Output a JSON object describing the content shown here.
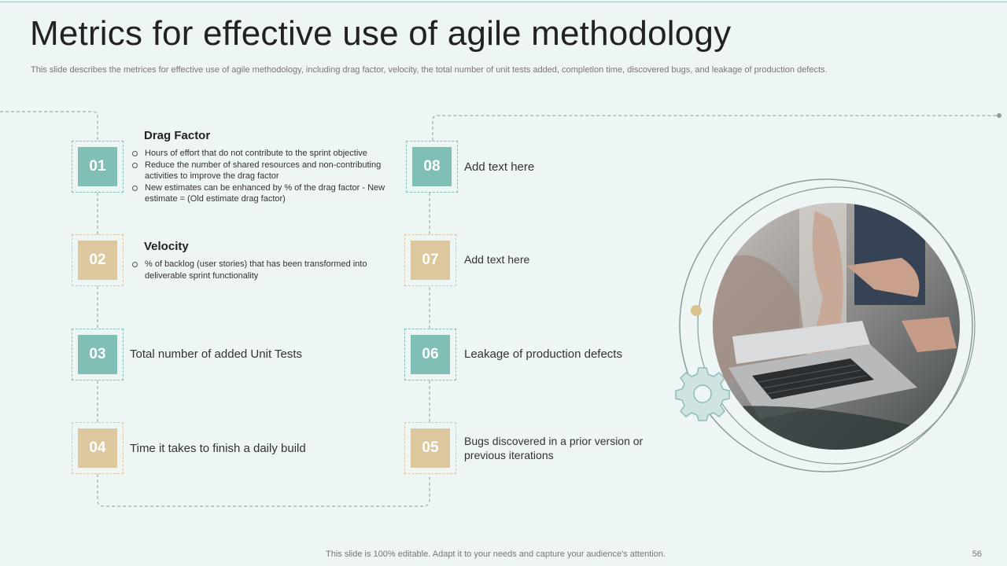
{
  "slide": {
    "title": "Metrics for effective use of agile methodology",
    "subtitle": "This slide describes the metrices for effective  use of agile methodology, including drag factor, velocity,  the total number of unit tests added, completion time, discovered bugs, and leakage of production defects.",
    "footer": "This slide is 100% editable. Adapt it to your needs and capture your audience's attention.",
    "page_number": "56"
  },
  "colors": {
    "teal": "#7fbfb6",
    "tan": "#dcc89c",
    "background": "#eef5f5"
  },
  "items": [
    {
      "number": "01",
      "title": "Drag Factor",
      "bullets": [
        "Hours of effort that do not contribute to the sprint objective",
        "Reduce the number of shared resources and non-contributing activities to improve the drag factor",
        "New estimates can be enhanced by % of the drag factor - New estimate = (Old estimate drag factor)"
      ]
    },
    {
      "number": "02",
      "title": "Velocity",
      "bullets": [
        "% of backlog (user stories) that has been transformed into deliverable sprint functionality"
      ]
    },
    {
      "number": "03",
      "text": "Total number  of added Unit Tests"
    },
    {
      "number": "04",
      "text": "Time it takes to finish  a daily build"
    },
    {
      "number": "05",
      "text": "Bugs discovered in a prior version or previous iterations"
    },
    {
      "number": "06",
      "text": "Leakage of production defects"
    },
    {
      "number": "07",
      "text": "Add text here"
    },
    {
      "number": "08",
      "text": "Add text here"
    }
  ],
  "graphic": {
    "gear": "gear-icon",
    "photo": "laptop-team-photo"
  }
}
